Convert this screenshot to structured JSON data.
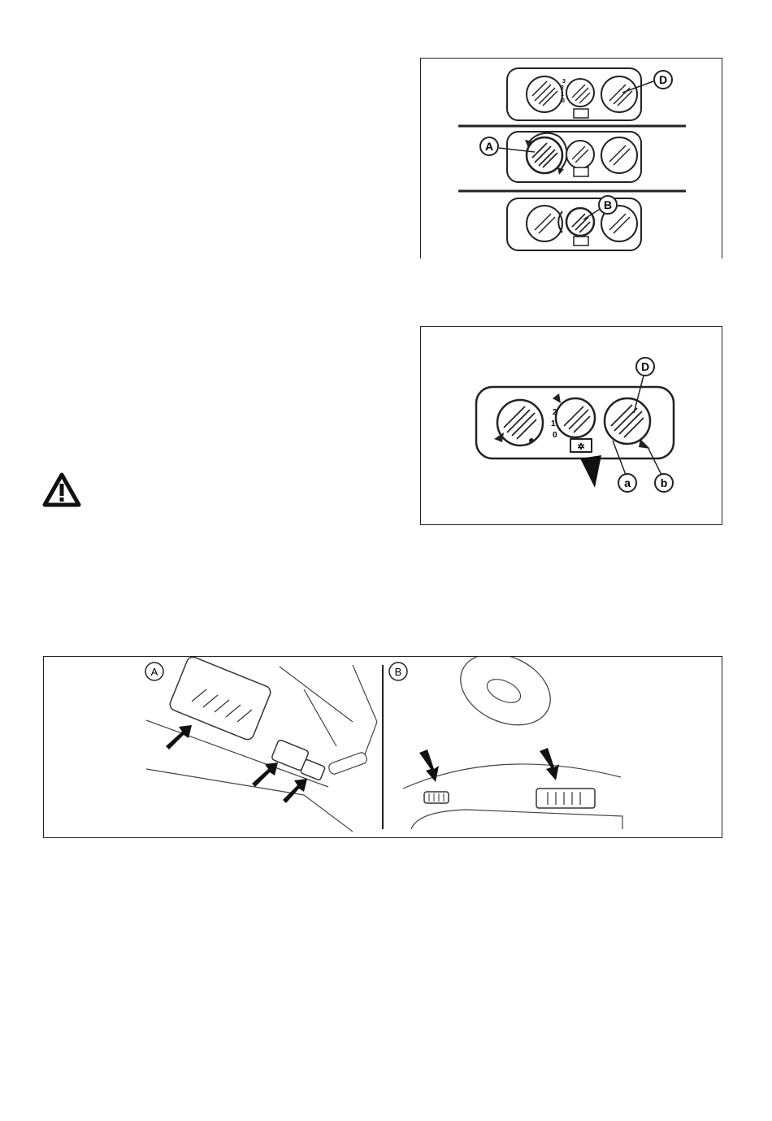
{
  "figure1": {
    "callouts": [
      "D",
      "A",
      "B"
    ],
    "fan_scale": [
      "3",
      "2",
      "1",
      "0"
    ]
  },
  "figure2": {
    "callouts": [
      "D",
      "a",
      "b"
    ],
    "fan_scale": [
      "2",
      "1",
      "0"
    ]
  },
  "figure3": {
    "panel_a_label": "A",
    "panel_b_label": "B"
  },
  "icons": {
    "warning": "warning-triangle-icon",
    "ac_button": "snowflake-button-icon"
  }
}
